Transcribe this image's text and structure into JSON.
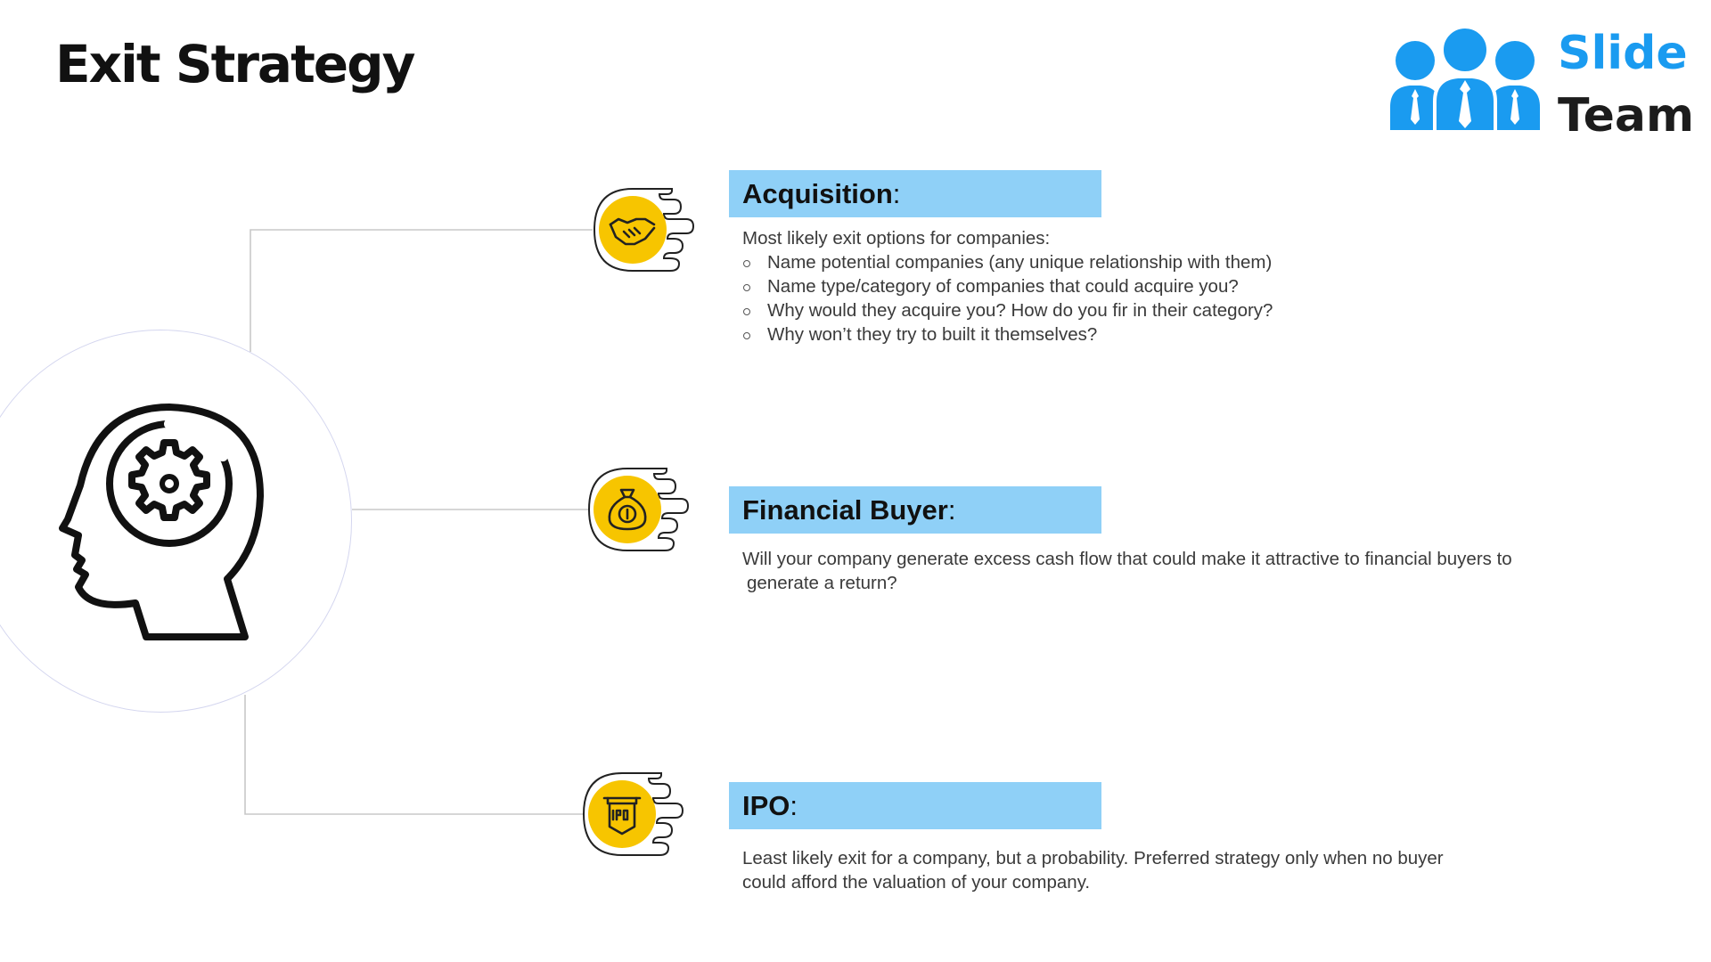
{
  "slide": {
    "title": "Exit Strategy"
  },
  "logo": {
    "line1": "Slide",
    "line2": "Team",
    "color_primary": "#1a9bf0",
    "color_text": "#1c1c1c"
  },
  "colors": {
    "heading_bar": "#8fd0f7",
    "icon_fill": "#f7c500",
    "connector": "#c8c8c8"
  },
  "central_icon": "head-with-gear-icon",
  "sections": [
    {
      "heading": "Acquisition",
      "colon": ":",
      "icon": "handshake-icon",
      "intro": "Most likely exit options for companies:",
      "bullets": [
        "Name potential companies (any unique relationship with them)",
        "Name type/category of companies that could acquire you?",
        "Why would they acquire you? How do you fir in their category?",
        "Why won’t they try to built it themselves?"
      ]
    },
    {
      "heading": "Financial Buyer",
      "colon": ":",
      "icon": "money-bag-icon",
      "text_line1": "Will your company generate excess cash flow that could make it attractive to financial buyers to",
      "text_line2": "generate a return?"
    },
    {
      "heading": "IPO",
      "colon": ":",
      "icon": "ipo-banner-icon",
      "text_line1": "Least likely exit for a company, but a probability. Preferred strategy only when no buyer",
      "text_line2": "could afford the valuation of your company."
    }
  ]
}
